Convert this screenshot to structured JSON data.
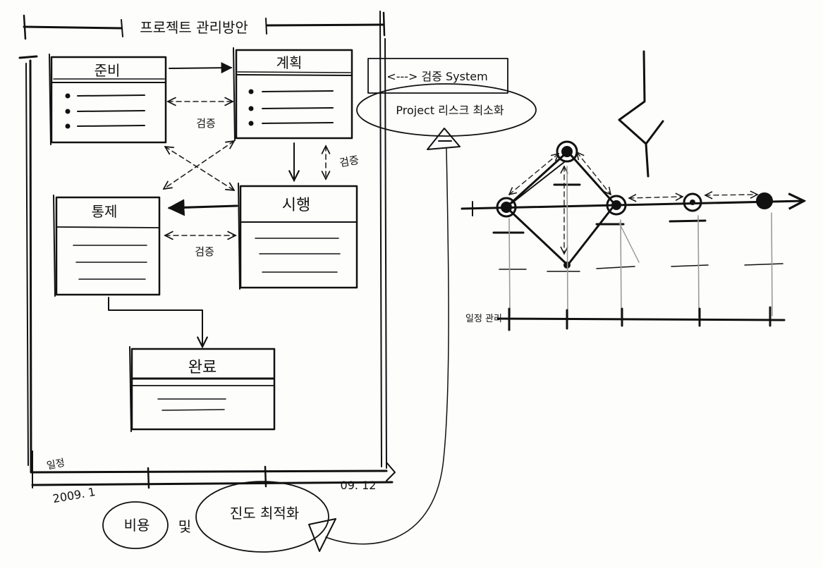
{
  "frame_title": "프로젝트 관리방안",
  "stages": {
    "prepare": "준비",
    "plan": "계획",
    "execute": "시행",
    "control": "통제",
    "complete": "완료"
  },
  "verify_label": "검증",
  "legend": {
    "verify_system": "<---> 검증 System",
    "project_risk": "Project 리스크 최소화"
  },
  "timeline": {
    "axis_label": "일정",
    "start_label": "2009. 1",
    "end_label": "09. 12",
    "schedule_label": "일정 관리"
  },
  "bottom": {
    "cost": "비용",
    "and": "및",
    "progress": "진도 최적화"
  },
  "colors": {
    "ink": "#111111",
    "paper": "#fdfdfc",
    "pencil": "#9a9a9a"
  }
}
